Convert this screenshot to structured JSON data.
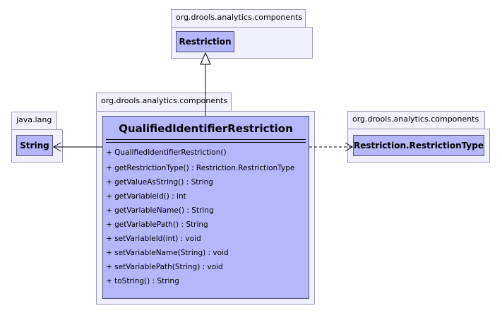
{
  "packages": {
    "top": "org.drools.analytics.components",
    "center": "org.drools.analytics.components",
    "left": "java.lang",
    "right": "org.drools.analytics.components"
  },
  "classes": {
    "restriction": "Restriction",
    "string": "String",
    "restriction_type": "Restriction.RestrictionType",
    "main": {
      "name": "QualifiedIdentifierRestriction",
      "constructors": [
        "+ QualifiedIdentifierRestriction()"
      ],
      "methods": [
        "+ getRestrictionType() : Restriction.RestrictionType",
        "+ getValueAsString() : String",
        "+ getVariableId() : int",
        "+ getVariableName() : String",
        "+ getVariablePath() : String",
        "+ setVariableId(int) : void",
        "+ setVariableName(String) : void",
        "+ setVariablePath(String) : void",
        "+ toString() : String"
      ]
    }
  },
  "colors": {
    "class_fill": "#b6b6fb",
    "package_fill": "#f0f0fe",
    "package_border": "#9b9bb8",
    "class_border": "#55557a"
  }
}
